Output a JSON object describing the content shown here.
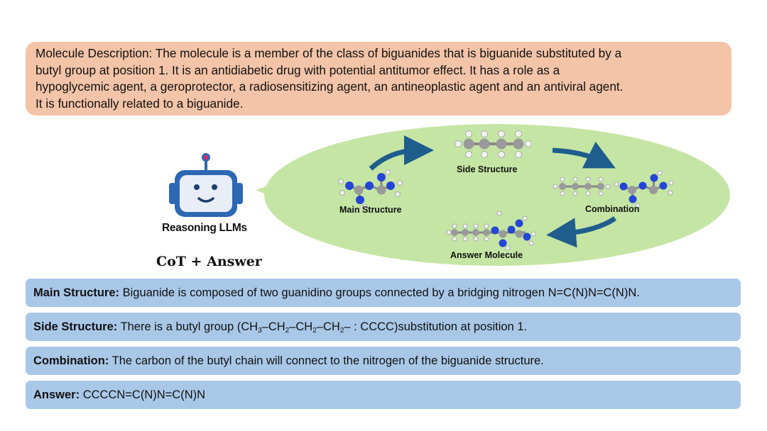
{
  "description": {
    "lines": [
      "Molecule Description: The molecule is a member of the class of biguanides that is biguanide substituted by a",
      "butyl group at position 1. It is an antidiabetic drug with potential antitumor effect. It has a role as a",
      "hypoglycemic agent, a geroprotector, a radiosensitizing agent, an antineoplastic agent and an antiviral agent.",
      "It is functionally related to a biguanide."
    ]
  },
  "agent": {
    "name": "Reasoning LLMs",
    "output_label": "CoT + Answer"
  },
  "diagram": {
    "main_structure": "Main Structure",
    "side_structure": "Side Structure",
    "combination": "Combination",
    "answer_molecule": "Answer Molecule"
  },
  "steps": {
    "main": {
      "label": "Main Structure:",
      "text": "Biguanide is composed of two guanidino groups connected by a bridging nitrogen N=C(N)N=C(N)N."
    },
    "side": {
      "label": "Side Structure:",
      "text_pre": "There is a butyl group (CH",
      "sub1": "3",
      "t1": "–CH",
      "sub2": "2",
      "t2": "–CH",
      "sub3": "2",
      "t3": "–CH",
      "sub4": "2",
      "text_post": "– : CCCC)substitution at position 1."
    },
    "combination": {
      "label": "Combination:",
      "text": "The carbon of the butyl chain will connect to the nitrogen of the biguanide structure."
    },
    "answer": {
      "label": "Answer:",
      "text": "CCCCN=C(N)N=C(N)N"
    }
  },
  "colors": {
    "description_bg": "#f4c4a8",
    "bubble_bg": "#c5e5a5",
    "step_bg": "#a9c8e8",
    "arrow": "#1f5e8c",
    "robot_blue": "#2d68b3",
    "robot_face": "#e9eef6",
    "antenna_tip": "#e0246f",
    "carbon": "#9a9a9a",
    "nitrogen": "#2446d6",
    "hydrogen": "#f2f2f2"
  }
}
